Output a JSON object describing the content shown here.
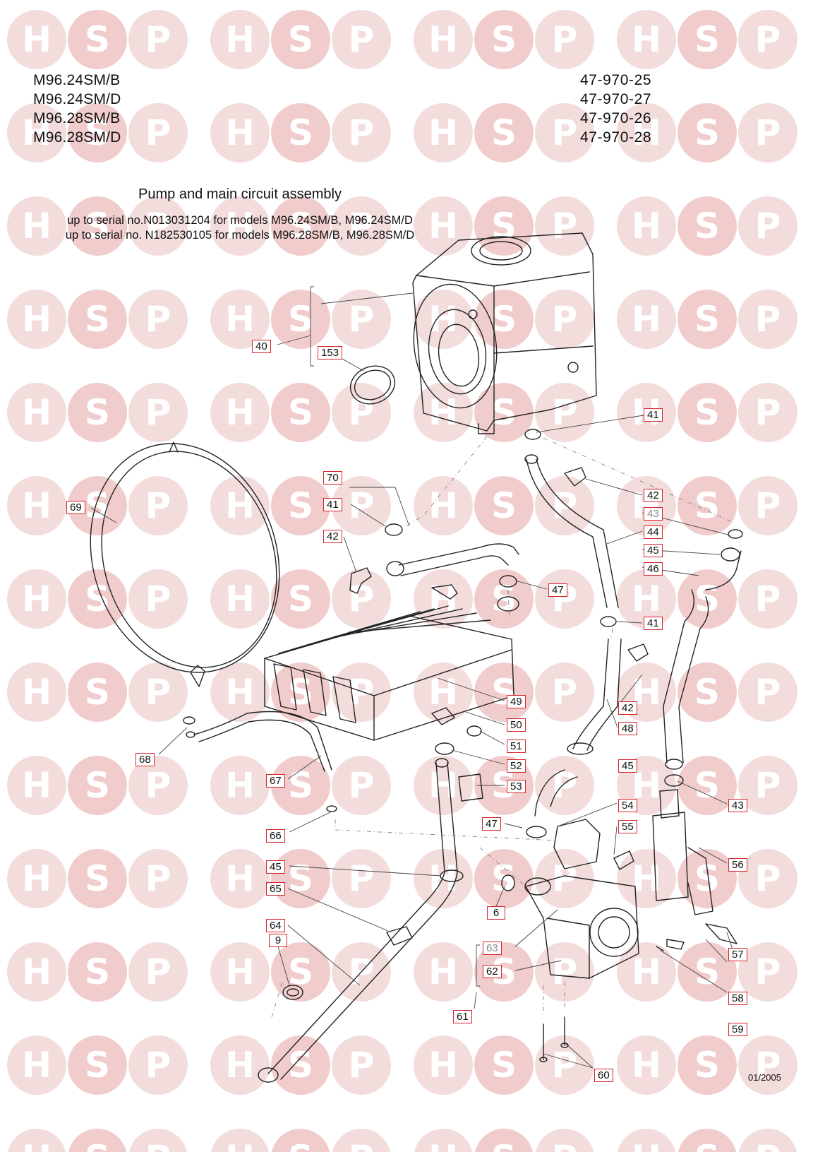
{
  "header": {
    "models": [
      "M96.24SM/B",
      "M96.24SM/D",
      "M96.28SM/B",
      "M96.28SM/D"
    ],
    "codes": [
      "47-970-25",
      "47-970-27",
      "47-970-26",
      "47-970-28"
    ]
  },
  "title": "Pump and main circuit assembly",
  "subtitle_1": "up to serial no.N013031204 for models M96.24SM/B, M96.24SM/D",
  "subtitle_2": "up to serial no. N182530105 for models M96.28SM/B, M96.28SM/D",
  "date": "01/2005",
  "watermark": {
    "letters": [
      "H",
      "S",
      "P"
    ],
    "colors": [
      "#f3dcdc",
      "#f1cccc"
    ]
  },
  "labels": [
    "40",
    "153",
    "41",
    "70",
    "41",
    "42",
    "42",
    "43",
    "44",
    "45",
    "46",
    "47",
    "41",
    "69",
    "49",
    "42",
    "48",
    "50",
    "51",
    "52",
    "68",
    "67",
    "45",
    "53",
    "43",
    "66",
    "47",
    "54",
    "55",
    "56",
    "45",
    "6",
    "65",
    "64",
    "9",
    "63",
    "62",
    "61",
    "57",
    "58",
    "59",
    "60"
  ],
  "colors": {
    "label_border": "#d8232a",
    "line": "#222222"
  }
}
